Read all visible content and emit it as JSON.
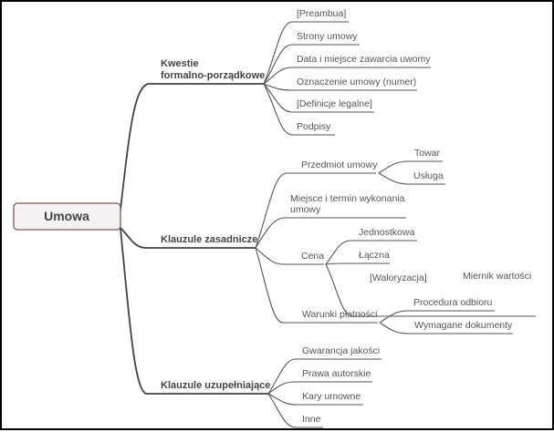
{
  "mindmap": {
    "root": {
      "label": "Umowa",
      "box_fill": "#f4f2f2",
      "box_stroke": "#7a5a5a"
    },
    "line_color": "#555555",
    "text_color": "#555555",
    "branches": [
      {
        "label_lines": [
          "Kwestie",
          "formalno-porządkowe"
        ],
        "children": [
          {
            "label": "[Preambua]"
          },
          {
            "label": "Strony umowy"
          },
          {
            "label": "Data i miejsce zawarcia uwomy"
          },
          {
            "label": "Oznaczenie umowy (numer)"
          },
          {
            "label": "[Definicje legalne]"
          },
          {
            "label": "Podpisy"
          }
        ]
      },
      {
        "label_lines": [
          "Klauzule zasadnicze"
        ],
        "children": [
          {
            "label": "Przedmiot umowy",
            "children": [
              {
                "label": "Towar"
              },
              {
                "label": "Usługa"
              }
            ]
          },
          {
            "label_lines": [
              "Miejsce i termin wykonania",
              "umowy"
            ]
          },
          {
            "label": "Cena",
            "children": [
              {
                "label": "Jednostkowa"
              },
              {
                "label": "Łączna"
              },
              {
                "label": "[Waloryzacja]",
                "children": [
                  {
                    "label": "Miernik wartości"
                  }
                ]
              }
            ]
          },
          {
            "label": "Warunki płatności",
            "children": [
              {
                "label": "Procedura odbioru"
              },
              {
                "label": "Wymagane dokumenty"
              }
            ]
          }
        ]
      },
      {
        "label_lines": [
          "Klauzule uzupełniające"
        ],
        "children": [
          {
            "label": "Gwarancja jakości"
          },
          {
            "label": "Prawa autorskie"
          },
          {
            "label": "Kary umowne"
          },
          {
            "label": "Inne"
          }
        ]
      }
    ]
  }
}
